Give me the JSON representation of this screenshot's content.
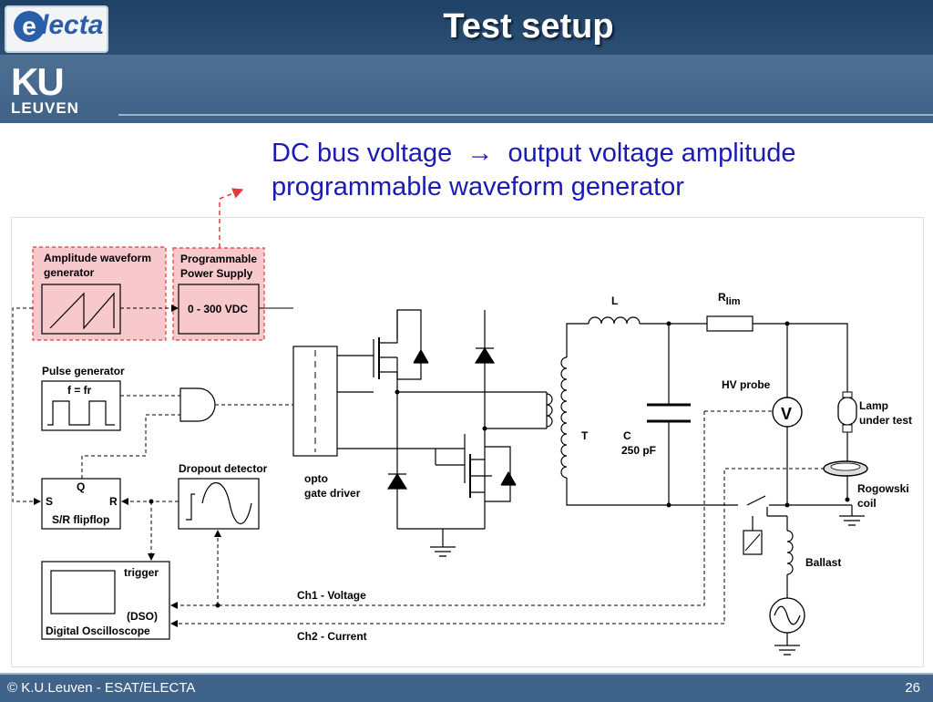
{
  "header": {
    "title": "Test setup",
    "logo_electa": {
      "letter": "e",
      "text": "lecta"
    },
    "logo_ku": {
      "top": "KU",
      "bottom": "LEUVEN"
    }
  },
  "subtitle": {
    "line1_left": "DC bus voltage",
    "line1_arrow": "→",
    "line1_right": "output voltage amplitude",
    "line2": "programmable waveform generator"
  },
  "diagram": {
    "amp_gen_line1": "Amplitude waveform",
    "amp_gen_line2": "generator",
    "pps_line1": "Programmable",
    "pps_line2": "Power Supply",
    "pps_range": "0 - 300 VDC",
    "pulse_gen": "Pulse generator",
    "pulse_freq": "f = fr",
    "dropout": "Dropout detector",
    "flipflop_q": "Q",
    "flipflop_s": "S",
    "flipflop_r": "R",
    "flipflop_name": "S/R flipflop",
    "opto_line1": "opto",
    "opto_line2": "gate driver",
    "L": "L",
    "R_main": "R",
    "R_sub": "lim",
    "T": "T",
    "C": "C",
    "C_value": "250 pF",
    "hv_probe": "HV probe",
    "V": "V",
    "lamp_line1": "Lamp",
    "lamp_line2": "under test",
    "rogowski_line1": "Rogowski",
    "rogowski_line2": "coil",
    "ballast": "Ballast",
    "trigger": "trigger",
    "dso": "(DSO)",
    "scope": "Digital Oscilloscope",
    "ch1": "Ch1 - Voltage",
    "ch2": "Ch2 - Current"
  },
  "footer": {
    "copyright": "© K.U.Leuven - ESAT/ELECTA",
    "page": "26"
  },
  "colors": {
    "header": "#2f5277",
    "title_text": "#ffffff",
    "subtitle_text": "#1b1bb3",
    "highlight_fill": "#f7c9cc",
    "highlight_border": "#e53a3a"
  }
}
